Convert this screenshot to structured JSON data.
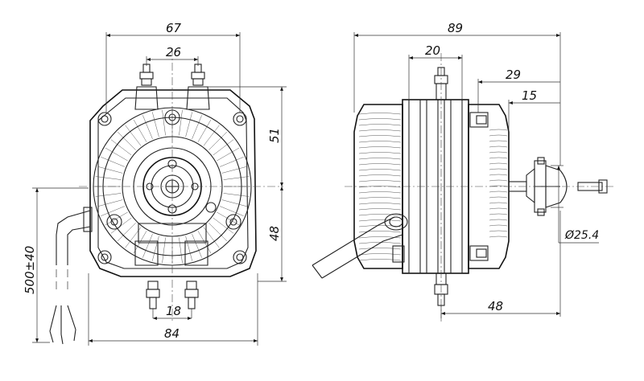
{
  "front_view": {
    "dim_mount_width": "67",
    "dim_terminal_spacing_top": "26",
    "dim_upper_height": "51",
    "dim_lower_height": "48",
    "dim_terminal_spacing_bottom": "18",
    "dim_overall_width": "84",
    "dim_cable_length": "500±40"
  },
  "side_view": {
    "dim_overall_length": "89",
    "dim_stator_width": "20",
    "dim_front_offset": "29",
    "dim_flange_offset": "15",
    "dim_shaft_diameter": "Ø25.4",
    "dim_bottom_length": "48"
  }
}
